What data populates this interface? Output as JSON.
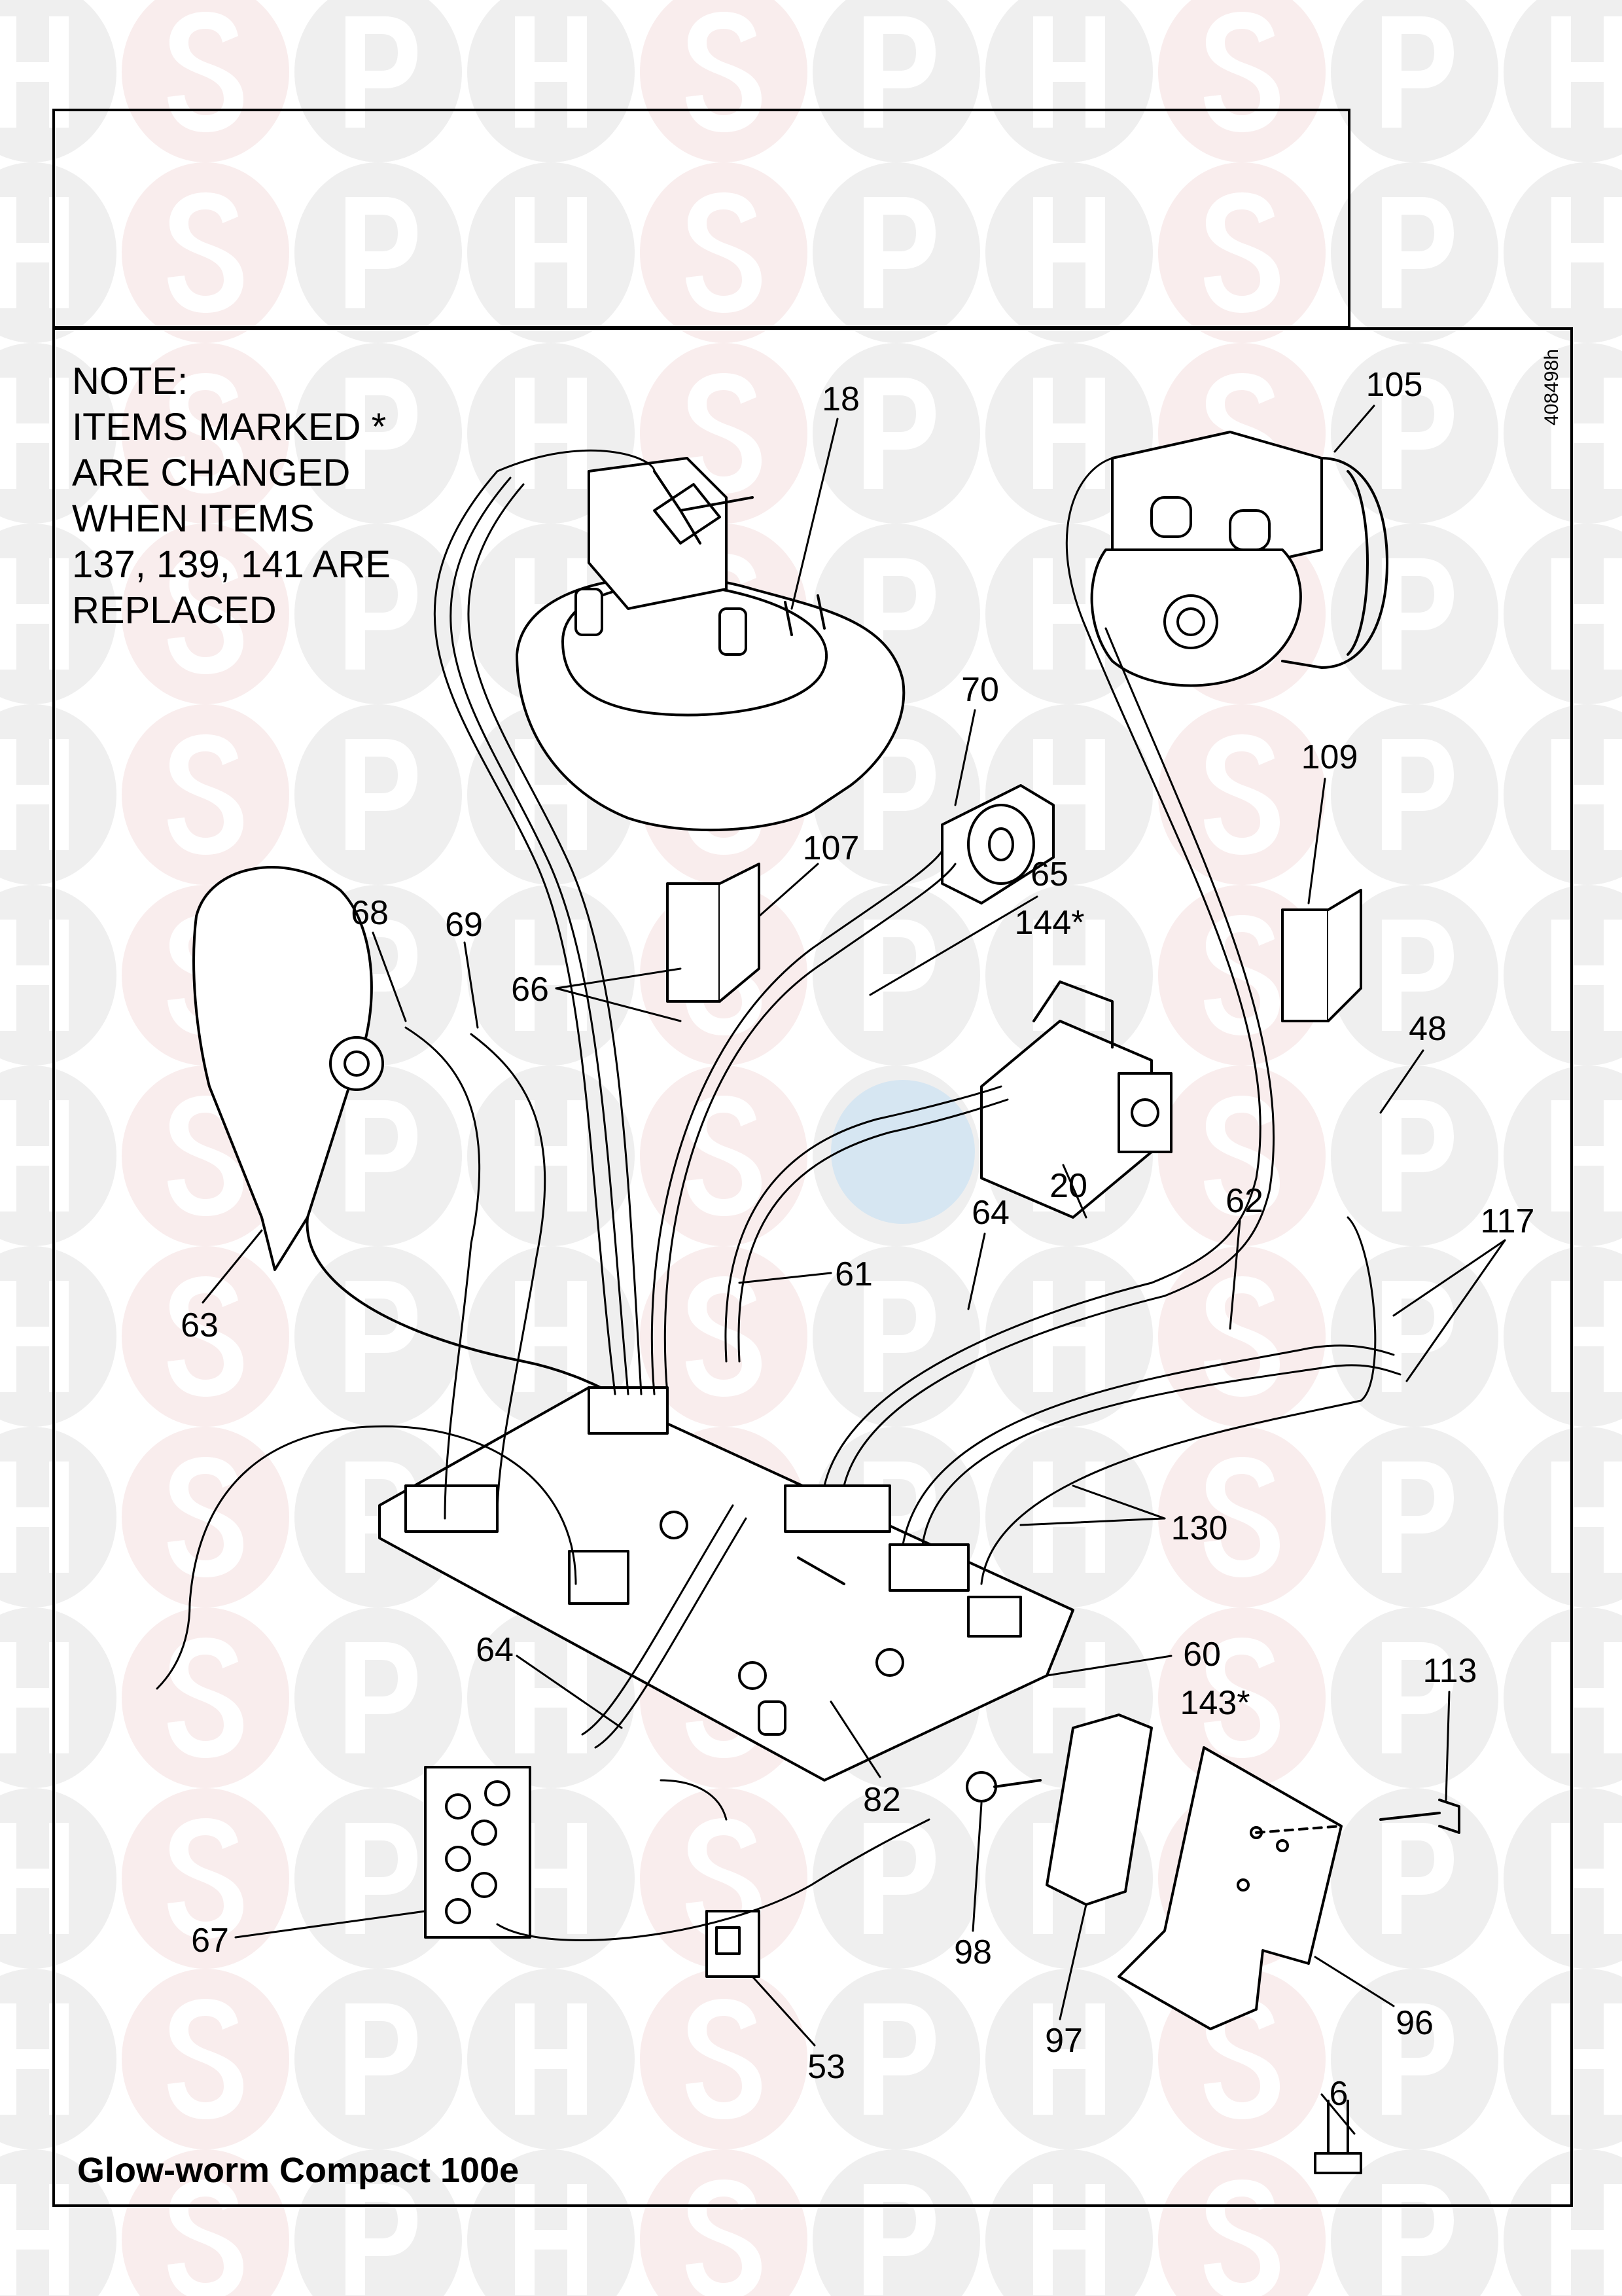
{
  "watermark": {
    "letters": [
      "H",
      "S",
      "P"
    ],
    "colors": {
      "grey_disc": "#efefef",
      "pink_disc": "#f9eded",
      "blue_disc": "#d6e6f2"
    }
  },
  "diagram": {
    "drawing_code": "408498h",
    "note": {
      "lines": [
        "NOTE:",
        "ITEMS MARKED *",
        "ARE CHANGED",
        "WHEN ITEMS",
        "137, 139, 141 ARE",
        "REPLACED"
      ]
    },
    "caption": "Glow-worm Compact 100e",
    "callouts": [
      {
        "id": "18",
        "text": "18"
      },
      {
        "id": "105",
        "text": "105"
      },
      {
        "id": "70",
        "text": "70"
      },
      {
        "id": "109",
        "text": "109"
      },
      {
        "id": "107",
        "text": "107"
      },
      {
        "id": "65",
        "text": "65"
      },
      {
        "id": "144",
        "text": "144*"
      },
      {
        "id": "68",
        "text": "68"
      },
      {
        "id": "69",
        "text": "69"
      },
      {
        "id": "66",
        "text": "66"
      },
      {
        "id": "48",
        "text": "48"
      },
      {
        "id": "20",
        "text": "20"
      },
      {
        "id": "64a",
        "text": "64"
      },
      {
        "id": "62",
        "text": "62"
      },
      {
        "id": "117",
        "text": "117"
      },
      {
        "id": "61",
        "text": "61"
      },
      {
        "id": "63",
        "text": "63"
      },
      {
        "id": "130",
        "text": "130"
      },
      {
        "id": "64b",
        "text": "64"
      },
      {
        "id": "60",
        "text": "60"
      },
      {
        "id": "143",
        "text": "143*"
      },
      {
        "id": "113",
        "text": "113"
      },
      {
        "id": "82",
        "text": "82"
      },
      {
        "id": "98",
        "text": "98"
      },
      {
        "id": "67",
        "text": "67"
      },
      {
        "id": "96",
        "text": "96"
      },
      {
        "id": "97",
        "text": "97"
      },
      {
        "id": "53",
        "text": "53"
      },
      {
        "id": "6",
        "text": "6"
      }
    ]
  }
}
